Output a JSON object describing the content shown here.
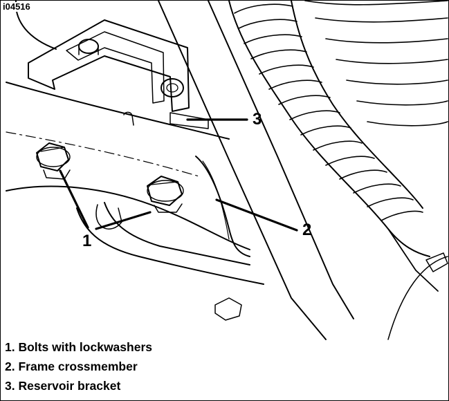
{
  "figure": {
    "id": "i04516",
    "callouts": [
      {
        "number": "1"
      },
      {
        "number": "2"
      },
      {
        "number": "3"
      }
    ]
  },
  "legend": {
    "items": [
      "1. Bolts with lockwashers",
      "2. Frame crossmember",
      "3. Reservoir bracket"
    ]
  },
  "colors": {
    "line": "#000000",
    "background": "#ffffff"
  }
}
